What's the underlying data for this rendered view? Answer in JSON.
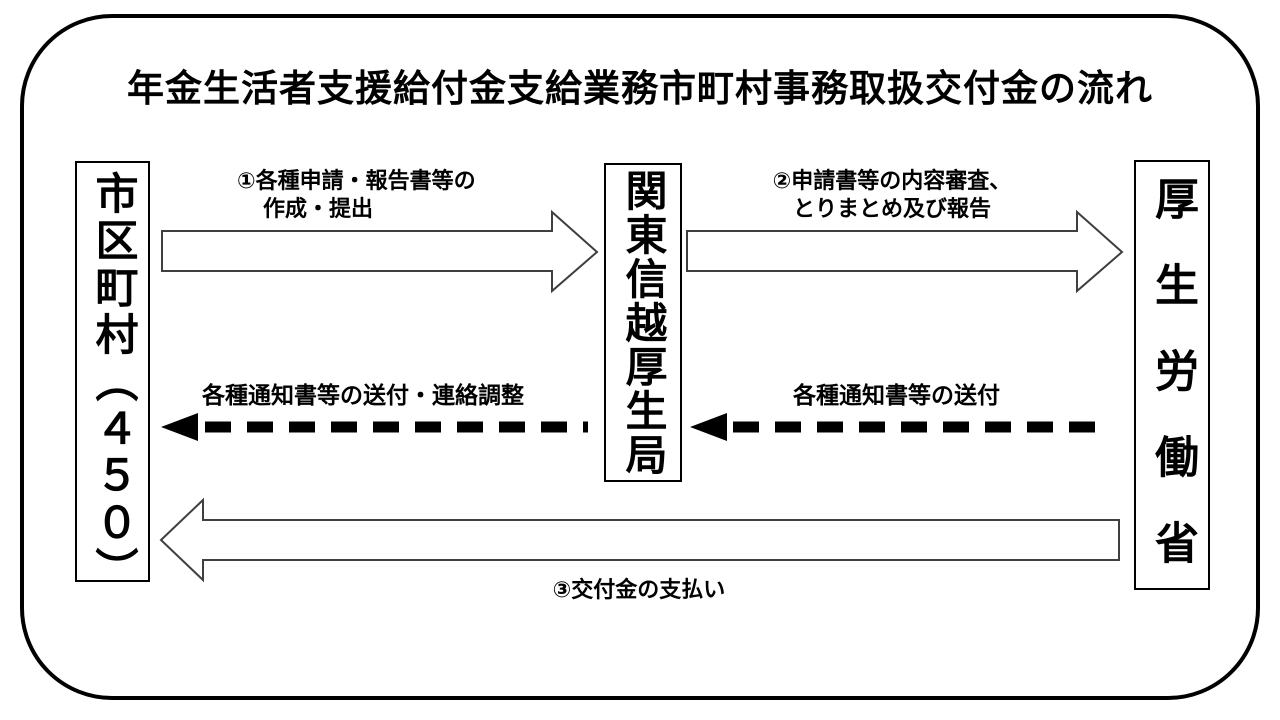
{
  "title": "年金生活者支援給付金支給業務市町村事務取扱交付金の流れ",
  "nodes": {
    "municipalities": {
      "label": "市区町村（４５０）"
    },
    "bureau": {
      "label": "関東信越厚生局"
    },
    "ministry": {
      "label": "厚生労働省"
    }
  },
  "flows": {
    "apply": {
      "line1": "①各種申請・報告書等の",
      "line2": "作成・提出",
      "from": "市区町村",
      "to": "関東信越厚生局",
      "style": "outlined-block-arrow"
    },
    "review": {
      "line1": "②申請書等の内容審査、",
      "line2": "とりまとめ及び報告",
      "from": "関東信越厚生局",
      "to": "厚生労働省",
      "style": "outlined-block-arrow"
    },
    "notice_to_municipalities": {
      "label": "各種通知書等の送付・連絡調整",
      "from": "関東信越厚生局",
      "to": "市区町村",
      "style": "dashed-arrow"
    },
    "notice_to_bureau": {
      "label": "各種通知書等の送付",
      "from": "厚生労働省",
      "to": "関東信越厚生局",
      "style": "dashed-arrow"
    },
    "payment": {
      "label": "③交付金の支払い",
      "from": "厚生労働省",
      "to": "市区町村",
      "style": "outlined-block-arrow"
    }
  },
  "colors": {
    "background": "#ffffff",
    "text": "#000000",
    "frame_border": "#000000",
    "node_border": "#000000",
    "block_arrow_outline": "#3f3f3f",
    "block_arrow_fill": "#ffffff",
    "dashed_arrow": "#000000"
  }
}
